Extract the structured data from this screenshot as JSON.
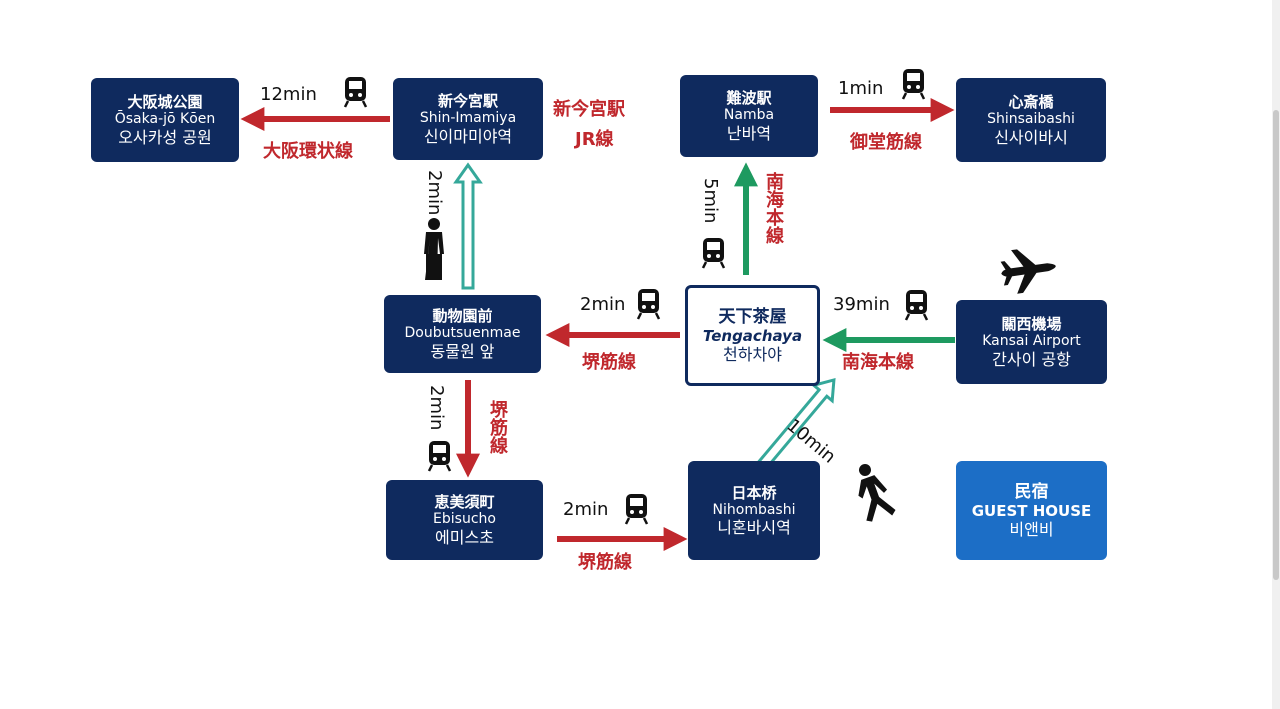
{
  "colors": {
    "station_bg": "#0f2a5e",
    "guest_bg": "#1c6ec6",
    "red_route": "#c0282d",
    "green_route": "#1e9a60",
    "walk_route": "#35a89a"
  },
  "stations": {
    "osakajo": {
      "jp": "大阪城公園",
      "en": "Ōsaka-jō Kōen",
      "ko": "오사카성 공원"
    },
    "shinimamiya": {
      "jp": "新今宮駅",
      "en": "Shin-Imamiya",
      "ko": "신이마미야역"
    },
    "namba": {
      "jp": "難波駅",
      "en": "Namba",
      "ko": "난바역"
    },
    "shinsaibashi": {
      "jp": "心斎橋",
      "en": "Shinsaibashi",
      "ko": "신사이바시"
    },
    "doubutsuen": {
      "jp": "動物園前",
      "en": "Doubutsuenmae",
      "ko": "동물원 앞"
    },
    "tengachaya": {
      "jp": "天下茶屋",
      "en": "Tengachaya",
      "ko": "천하차야"
    },
    "kansai": {
      "jp": "關西機場",
      "en": "Kansai Airport",
      "ko": "간사이 공항"
    },
    "ebisucho": {
      "jp": "恵美須町",
      "en": "Ebisucho",
      "ko": "에미스초"
    },
    "nihombashi": {
      "jp": "日本桥",
      "en": "Nihombashi",
      "ko": "니혼바시역"
    },
    "guesthouse": {
      "jp": "民宿",
      "en": "GUEST HOUSE",
      "ko": "비앤비"
    }
  },
  "routes": {
    "shin_to_osakajo": {
      "time": "12min",
      "line": "大阪環状線"
    },
    "shin_jr": {
      "line": "新今宮駅",
      "line2": "JR線"
    },
    "namba_to_shinsaibashi": {
      "time": "1min",
      "line": "御堂筋線"
    },
    "doubutsu_to_shin": {
      "time": "2min"
    },
    "tenga_to_namba": {
      "time": "5min",
      "line": "南海本線"
    },
    "tenga_to_doubutsu": {
      "time": "2min",
      "line": "堺筋線"
    },
    "kansai_to_tenga": {
      "time": "39min",
      "line": "南海本線"
    },
    "doubutsu_to_ebisu": {
      "time": "2min",
      "line": "堺筋線"
    },
    "ebisu_to_nihom": {
      "time": "2min",
      "line": "堺筋線"
    },
    "guest_to_tenga": {
      "time": "10min"
    }
  },
  "icons": [
    "train-icon",
    "walking-person-icon",
    "airplane-icon"
  ]
}
